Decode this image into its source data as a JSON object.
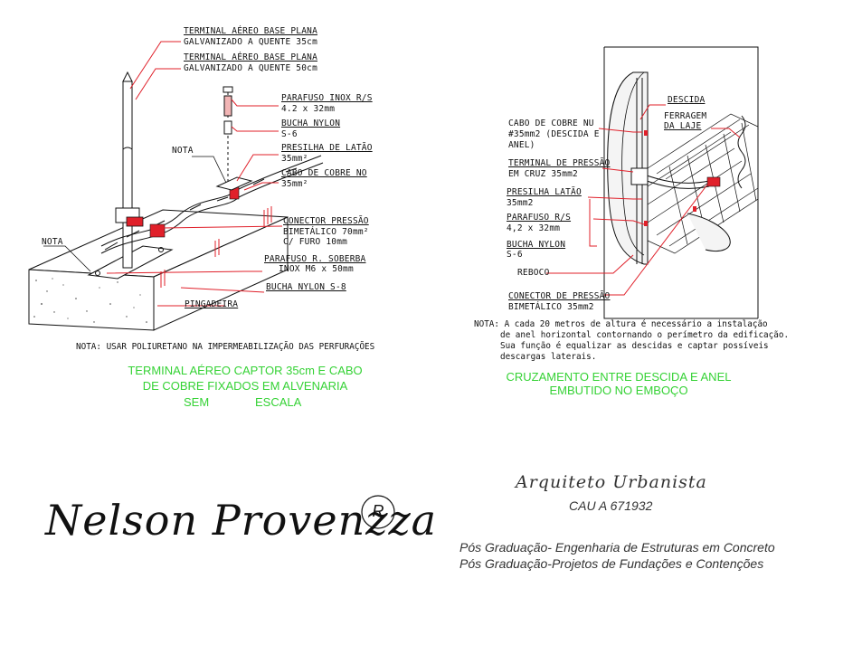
{
  "left_detail": {
    "labels": {
      "terminal_35a": "TERMINAL AÉREO BASE PLANA",
      "terminal_35b": "GALVANIZADO A QUENTE 35cm",
      "terminal_50a": "TERMINAL AÉREO BASE PLANA",
      "terminal_50b": "GALVANIZADO A QUENTE 50cm",
      "parafuso_a": "PARAFUSO INOX R/S",
      "parafuso_b": "4.2 x 32mm",
      "bucha_a": "BUCHA NYLON",
      "bucha_b": "S-6",
      "presilha_a": "PRESILHA DE LATÃO",
      "presilha_b": "35mm²",
      "nota_top": "NOTA",
      "cabo_a": "CABO DE COBRE NO",
      "cabo_b": "35mm²",
      "conector_a": "CONECTOR PRESSÃO",
      "conector_b": "BIMETÁLICO 70mm²",
      "conector_c": "C/ FURO 10mm",
      "nota_left": "NOTA",
      "soberba_a": "PARAFUSO R. SOBERBA",
      "soberba_b": "INOX  M6 x 50mm",
      "bucha8": "BUCHA NYLON S-8",
      "pingadeira": "PINGADEIRA"
    },
    "note": "NOTA: USAR POLIURETANO NA IMPERMEABILIZAÇÃO DAS PERFURAÇÕES",
    "title_1": "TERMINAL AÉREO CAPTOR 35cm E CABO",
    "title_2": "DE COBRE FIXADOS EM ALVENARIA",
    "title_3a": "SEM",
    "title_3b": "ESCALA"
  },
  "right_detail": {
    "labels": {
      "descida": "DESCIDA",
      "ferragem_a": "FERRAGEM",
      "ferragem_b": "DA LAJE",
      "cabo_a": "CABO DE COBRE NU",
      "cabo_b": "#35mm2 (DESCIDA E",
      "cabo_c": "ANEL)",
      "terminal_a": "TERMINAL DE PRESSÃO",
      "terminal_b": "EM CRUZ 35mm2",
      "presilha_a": "PRESILHA LATÃO",
      "presilha_b": "35mm2",
      "parafuso_a": "PARAFUSO R/S",
      "parafuso_b": "4,2 x 32mm",
      "bucha_a": "BUCHA NYLON",
      "bucha_b": "S-6",
      "reboco": "REBOCO",
      "conector_a": "CONECTOR DE PRESSÃO",
      "conector_b": "BIMETÁLICO 35mm2"
    },
    "note_1": "NOTA: A cada 20 metros de altura é necessário a instalação",
    "note_2": "de anel horizontal contornando o perímetro da edificação.",
    "note_3": "Sua função é equalizar as descidas e captar possíveis",
    "note_4": "descargas laterais.",
    "title_1": "CRUZAMENTO ENTRE DESCIDA E ANEL",
    "title_2": "EMBUTIDO NO EMBOÇO"
  },
  "signature": {
    "name": "Nelson Provenzza",
    "registered_mark": "R"
  },
  "credits": {
    "role": "Arquiteto Urbanista",
    "cau": "CAU A 671932",
    "pos1": "Pós Graduação- Engenharia de Estruturas em Concreto",
    "pos2": "Pós Graduação-Projetos de Fundações e Contenções"
  },
  "colors": {
    "leader": "#e0202a",
    "title_green": "#35d235",
    "line": "#111111"
  }
}
